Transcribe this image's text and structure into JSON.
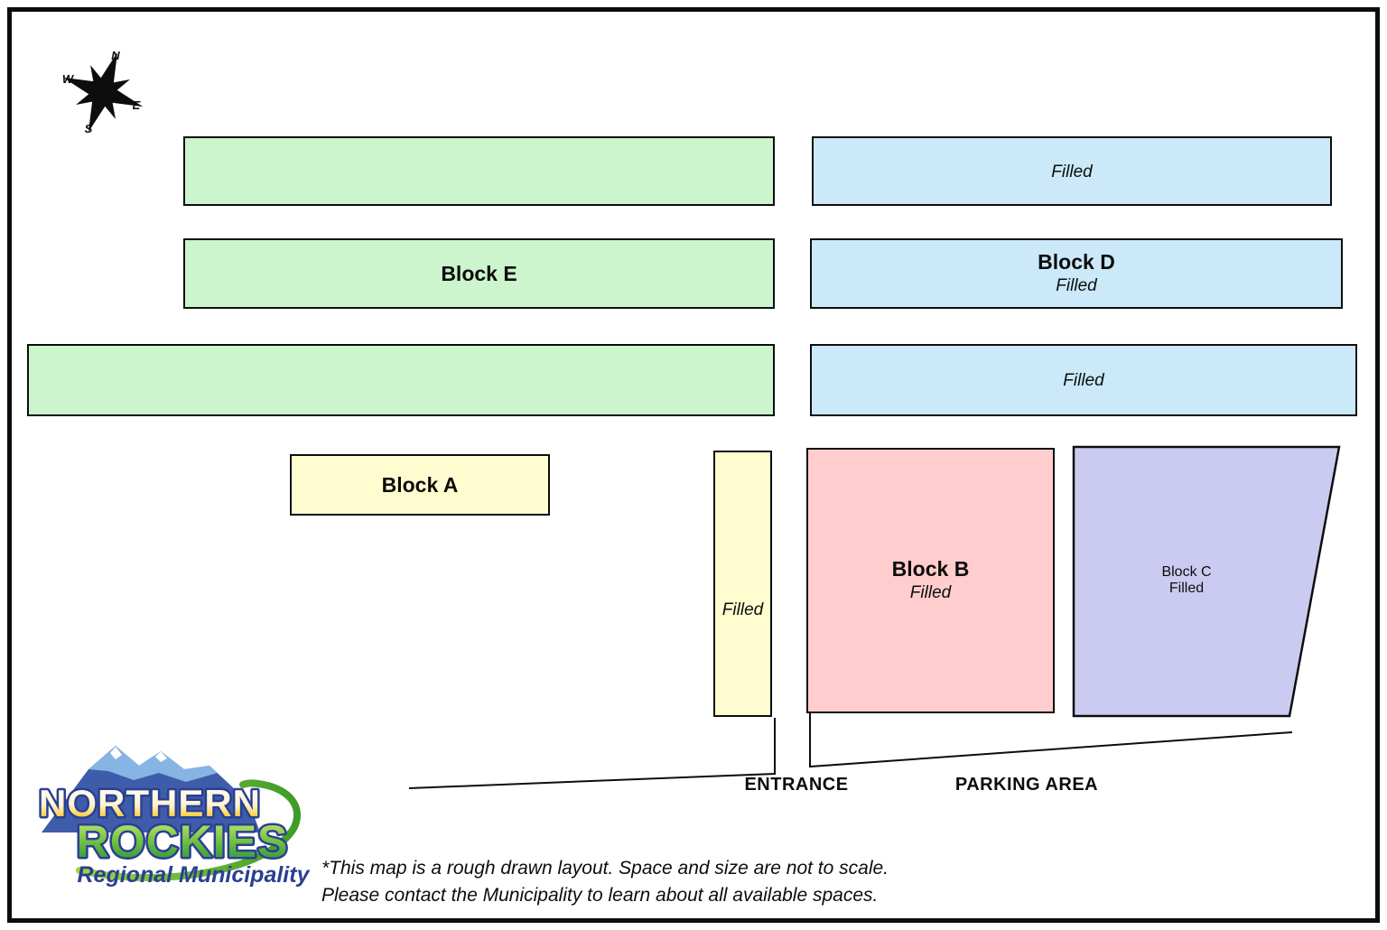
{
  "compass": {
    "labels": {
      "north": "N",
      "east": "E",
      "south": "S",
      "west": "W"
    }
  },
  "blocks": {
    "green_top": {
      "label": "",
      "status": ""
    },
    "blue_top": {
      "label": "",
      "status": "Filled"
    },
    "block_e": {
      "label": "Block E",
      "status": ""
    },
    "block_d": {
      "label": "Block D",
      "status": "Filled"
    },
    "green_wide": {
      "label": "",
      "status": ""
    },
    "blue_third": {
      "label": "",
      "status": "Filled"
    },
    "block_a": {
      "label": "Block A",
      "status": ""
    },
    "yellow_strip": {
      "label": "",
      "status": "Filled"
    },
    "block_b": {
      "label": "Block B",
      "status": "Filled"
    },
    "block_c": {
      "label": "Block C",
      "status": "Filled"
    }
  },
  "captions": {
    "entrance": "ENTRANCE",
    "parking": "PARKING AREA"
  },
  "logo": {
    "line1": "NORTHERN",
    "line2": "ROCKIES",
    "line3": "Regional Municipality"
  },
  "footnote": {
    "line1": "*This map is a rough drawn layout. Space and size are not to scale.",
    "line2": "Please contact the Municipality to learn about all available spaces."
  },
  "colors": {
    "ink": "#0d0d0d",
    "green": "#ccf5cd",
    "blue": "#cbe9f9",
    "yellow": "#fffdcf",
    "pink": "#ffcdcd",
    "purple": "#cbcbf2",
    "logoBlue": "#2b3f92",
    "logoGreen": "#4aa32e",
    "mountainBlue": "#3f5caa",
    "mountainLight": "#86b4e4"
  }
}
